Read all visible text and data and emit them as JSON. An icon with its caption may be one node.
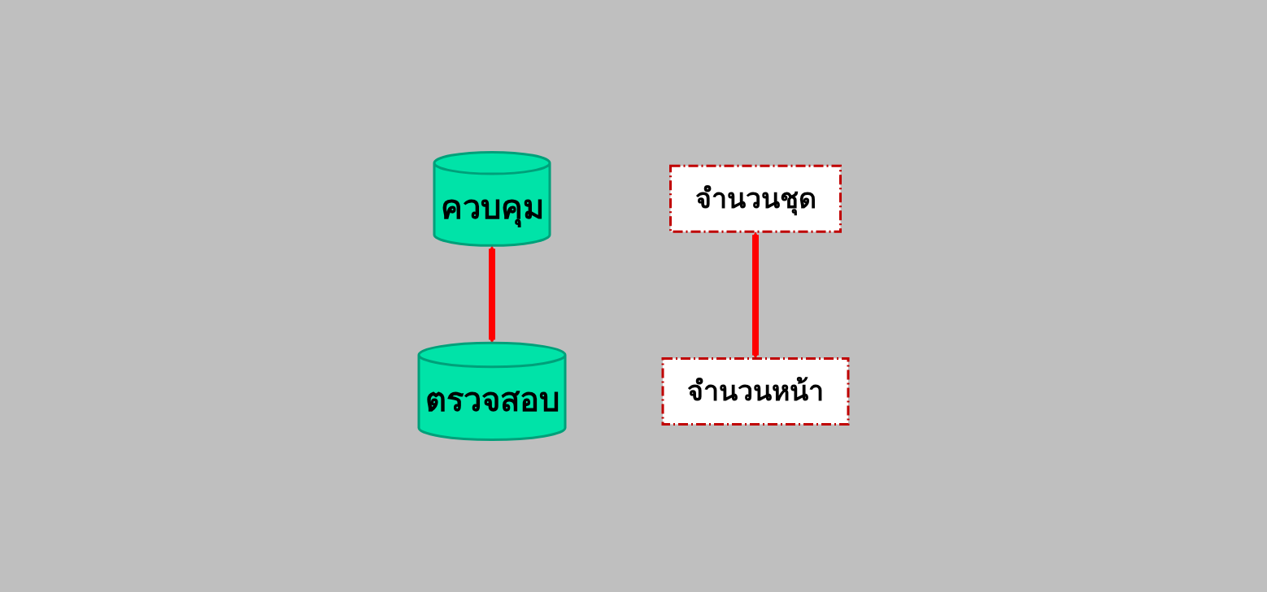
{
  "diagram": {
    "nodes": [
      {
        "text": [
          "ควบคุม"
        ]
      },
      {
        "text": [
          "จำนวนชุด"
        ]
      },
      {
        "text": [
          "จำนวนหน้า"
        ]
      },
      {
        "text": [
          "ตรวจสอบ"
        ]
      }
    ],
    "edges": [
      {
        "from": 1,
        "to": 2,
        "arrow": "both"
      },
      {
        "from": 0,
        "to": 3,
        "arrow": "both"
      }
    ]
  }
}
